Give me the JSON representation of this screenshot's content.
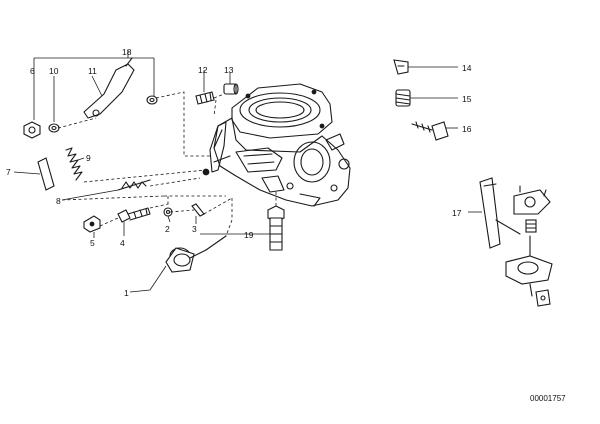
{
  "callouts": {
    "c1": "1",
    "c2": "2",
    "c3": "3",
    "c4": "4",
    "c5": "5",
    "c6": "6",
    "c7": "7",
    "c8": "8",
    "c9": "9",
    "c10": "10",
    "c11": "11",
    "c12": "12",
    "c13": "13",
    "c14": "14",
    "c15": "15",
    "c16": "16",
    "c17": "17",
    "c18": "18",
    "c19": "19"
  },
  "catalog_number": "00001757"
}
